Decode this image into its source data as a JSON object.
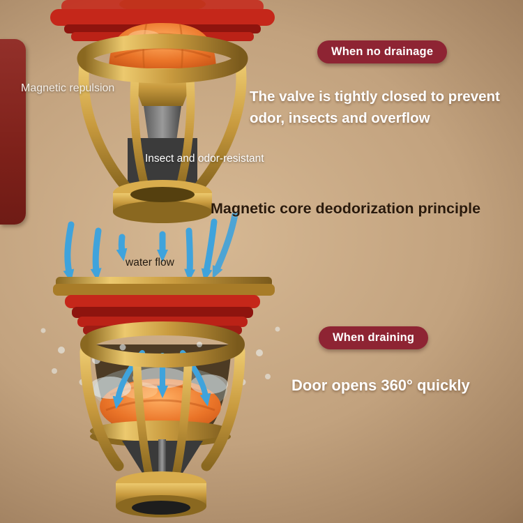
{
  "title": "Magnetic core deodorization principle",
  "closed_state": {
    "badge": "When no drainage",
    "description": "The valve is tightly closed to prevent odor, insects and overflow",
    "label_magnetic_repulsion": "Magnetic repulsion",
    "label_insect_odor": "Insect and odor-resistant"
  },
  "open_state": {
    "badge": "When draining",
    "description": "Door opens 360° quickly",
    "label_water_flow": "water flow"
  },
  "colors": {
    "badge_background": "#8e2433",
    "valve_red": "#c5271a",
    "valve_gold": "#c89a3e",
    "core_orange": "#e8732a",
    "water_blue": "#3fa3dc",
    "background_tan": "#b3936f",
    "text_dark": "#2a1a0c",
    "text_light": "#ffffff"
  },
  "graphics": {
    "closed_drain": "drain-valve-closed-illustration",
    "open_drain": "drain-valve-open-illustration",
    "arrows": "water-flow-arrow"
  }
}
